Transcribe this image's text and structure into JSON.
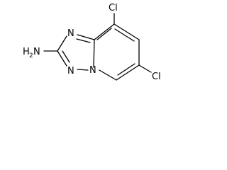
{
  "molecule": {
    "atoms": {
      "cl_top": "Cl",
      "cl_right": "Cl",
      "n_upper": "N",
      "n_bridge": "N",
      "n_lower": "N",
      "amine_h": "H",
      "amine_h_count": "2",
      "amine_n": "N"
    }
  }
}
